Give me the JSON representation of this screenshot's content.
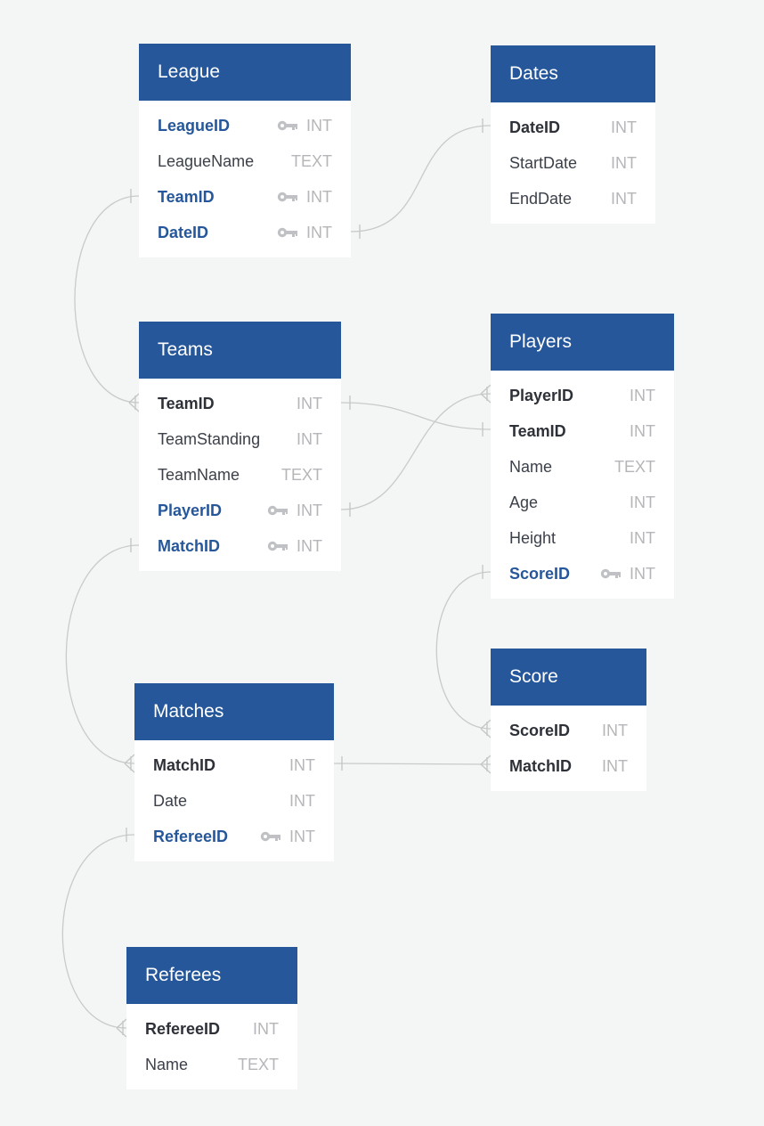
{
  "entities": [
    {
      "id": "league",
      "name": "League",
      "fields": [
        {
          "name": "LeagueID",
          "type": "INT",
          "style": "fk",
          "key_icon": true
        },
        {
          "name": "LeagueName",
          "type": "TEXT",
          "style": "plain",
          "key_icon": false
        },
        {
          "name": "TeamID",
          "type": "INT",
          "style": "fk",
          "key_icon": true
        },
        {
          "name": "DateID",
          "type": "INT",
          "style": "fk",
          "key_icon": true
        }
      ]
    },
    {
      "id": "dates",
      "name": "Dates",
      "fields": [
        {
          "name": "DateID",
          "type": "INT",
          "style": "pk",
          "key_icon": false
        },
        {
          "name": "StartDate",
          "type": "INT",
          "style": "plain",
          "key_icon": false
        },
        {
          "name": "EndDate",
          "type": "INT",
          "style": "plain",
          "key_icon": false
        }
      ]
    },
    {
      "id": "teams",
      "name": "Teams",
      "fields": [
        {
          "name": "TeamID",
          "type": "INT",
          "style": "pk",
          "key_icon": false
        },
        {
          "name": "TeamStanding",
          "type": "INT",
          "style": "plain",
          "key_icon": false
        },
        {
          "name": "TeamName",
          "type": "TEXT",
          "style": "plain",
          "key_icon": false
        },
        {
          "name": "PlayerID",
          "type": "INT",
          "style": "fk",
          "key_icon": true
        },
        {
          "name": "MatchID",
          "type": "INT",
          "style": "fk",
          "key_icon": true
        }
      ]
    },
    {
      "id": "players",
      "name": "Players",
      "fields": [
        {
          "name": "PlayerID",
          "type": "INT",
          "style": "pk",
          "key_icon": false
        },
        {
          "name": "TeamID",
          "type": "INT",
          "style": "pk",
          "key_icon": false
        },
        {
          "name": "Name",
          "type": "TEXT",
          "style": "plain",
          "key_icon": false
        },
        {
          "name": "Age",
          "type": "INT",
          "style": "plain",
          "key_icon": false
        },
        {
          "name": "Height",
          "type": "INT",
          "style": "plain",
          "key_icon": false
        },
        {
          "name": "ScoreID",
          "type": "INT",
          "style": "fk",
          "key_icon": true
        }
      ]
    },
    {
      "id": "score",
      "name": "Score",
      "fields": [
        {
          "name": "ScoreID",
          "type": "INT",
          "style": "pk",
          "key_icon": false
        },
        {
          "name": "MatchID",
          "type": "INT",
          "style": "pk",
          "key_icon": false
        }
      ]
    },
    {
      "id": "matches",
      "name": "Matches",
      "fields": [
        {
          "name": "MatchID",
          "type": "INT",
          "style": "pk",
          "key_icon": false
        },
        {
          "name": "Date",
          "type": "INT",
          "style": "plain",
          "key_icon": false
        },
        {
          "name": "RefereeID",
          "type": "INT",
          "style": "fk",
          "key_icon": true
        }
      ]
    },
    {
      "id": "referees",
      "name": "Referees",
      "fields": [
        {
          "name": "RefereeID",
          "type": "INT",
          "style": "pk",
          "key_icon": false
        },
        {
          "name": "Name",
          "type": "TEXT",
          "style": "plain",
          "key_icon": false
        }
      ]
    }
  ],
  "relationships": [
    {
      "from": "league.TeamID",
      "to": "teams.TeamID",
      "cardinality": "one-to-many"
    },
    {
      "from": "league.DateID",
      "to": "dates.DateID",
      "cardinality": "one-to-one"
    },
    {
      "from": "teams.TeamID",
      "to": "players.TeamID",
      "cardinality": "one-to-one"
    },
    {
      "from": "teams.PlayerID",
      "to": "players.PlayerID",
      "cardinality": "one-to-many"
    },
    {
      "from": "teams.MatchID",
      "to": "matches.MatchID",
      "cardinality": "one-to-many"
    },
    {
      "from": "players.ScoreID",
      "to": "score.ScoreID",
      "cardinality": "one-to-many"
    },
    {
      "from": "matches.MatchID",
      "to": "score.MatchID",
      "cardinality": "one-to-many"
    },
    {
      "from": "matches.RefereeID",
      "to": "referees.RefereeID",
      "cardinality": "one-to-many"
    }
  ],
  "colors": {
    "header_bg": "#26579a",
    "header_text": "#ffffff",
    "foreign_key_text": "#26579a",
    "primary_key_text": "#2e3138",
    "type_text": "#b4b6b9",
    "connector_line": "#c9cacb",
    "canvas_bg": "#f4f5f5"
  },
  "icons": {
    "key_field": "key-icon"
  }
}
